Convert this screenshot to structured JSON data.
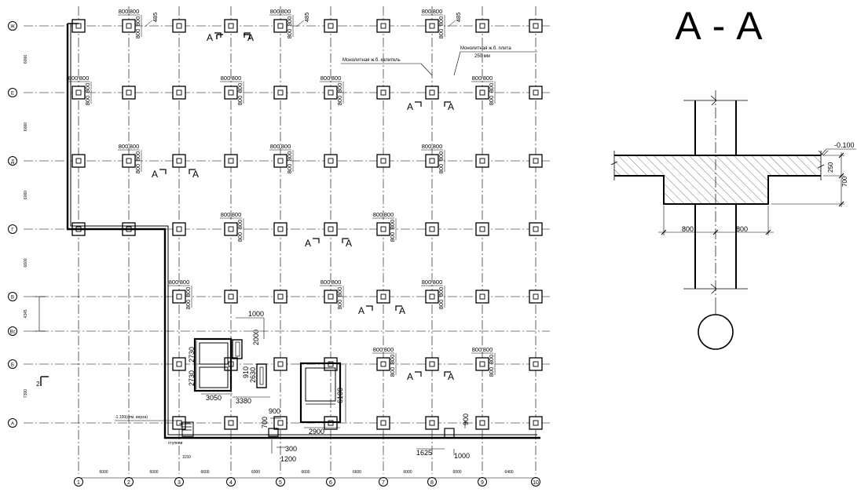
{
  "section_title": "А - А",
  "plan": {
    "axes_x": [
      "1",
      "2",
      "3",
      "4",
      "5",
      "6",
      "7",
      "8",
      "9",
      "10"
    ],
    "axes_y": [
      "Ж",
      "Е",
      "Д",
      "Г",
      "В",
      "Вс",
      "Б",
      "А"
    ],
    "bottom_spacings": [
      "6000",
      "6000",
      "6600",
      "6000",
      "6600",
      "6600",
      "6000",
      "6000",
      "6400"
    ],
    "left_spacings": [
      "6000",
      "6000",
      "6000",
      "6600",
      "4345",
      "7300"
    ],
    "column_offset_label": "800",
    "offset_485": "485",
    "section_mark_left": "А",
    "section_mark_right": "А",
    "section_mark_2": "2",
    "leaders": {
      "capital": "Монолитная ж.б. капитель",
      "slab": "Монолитная ж.б. плита",
      "slab_thickness": "250 мм"
    },
    "openings": {
      "lift_w": "3050",
      "lift_w2": "3380",
      "lift_h1": "2730",
      "lift_h2": "2730",
      "door_w": "1000",
      "door_h": "2000",
      "small_h1": "910",
      "small_h2": "2630",
      "stair_h": "6100",
      "stair_w": "2900",
      "pit_h": "700",
      "pit_w": "900",
      "pit_300": "300",
      "pit_1200": "1200",
      "right_1625": "1625",
      "right_1000": "1000",
      "right_900": "900",
      "mark_left": "-1.100(отм. верха)",
      "mark_1150": "1150",
      "mark_stair": "ступени"
    }
  },
  "section": {
    "level": "-0.100",
    "dim_250": "250",
    "dim_700": "700",
    "dim_left": "800",
    "dim_right": "800"
  }
}
